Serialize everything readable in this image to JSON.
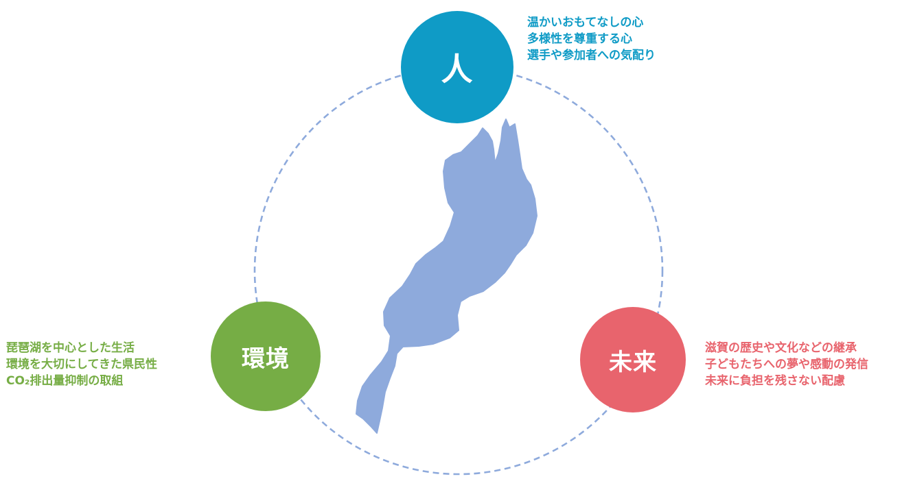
{
  "colors": {
    "people": "#0f9bc6",
    "environment": "#76ad45",
    "future": "#e8646d",
    "lake": "#8eaadc",
    "ring": "#8eaadc"
  },
  "nodes": {
    "people": {
      "label": "人",
      "lines": [
        "温かいおもてなしの心",
        "多様性を尊重する心",
        "選手や参加者への気配り"
      ]
    },
    "environment": {
      "label": "環境",
      "lines": [
        "琵琶湖を中心とした生活",
        "環境を大切にしてきた県民性",
        "CO₂排出量抑制の取組"
      ]
    },
    "future": {
      "label": "未来",
      "lines": [
        "滋賀の歴史や文化などの継承",
        "子どもたちへの夢や感動の発信",
        "未来に負担を残さない配慮"
      ]
    }
  }
}
